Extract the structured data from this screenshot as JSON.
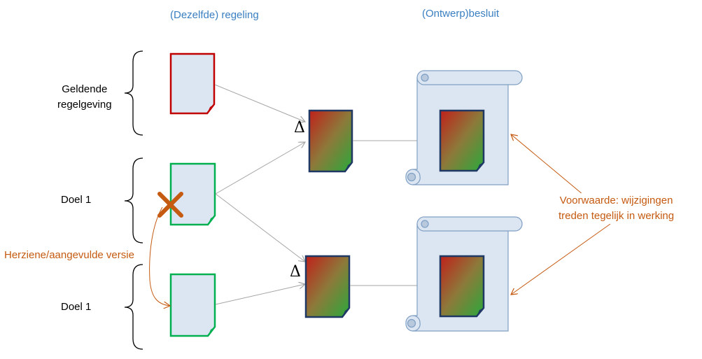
{
  "columns": {
    "left": "(Dezelfde) regeling",
    "right": "(Ontwerp)besluit"
  },
  "rows": {
    "row1": "Geldende\nregelgeving",
    "row2": "Doel 1",
    "row3": "Doel 1"
  },
  "delta_symbol": "Δ",
  "annotations": {
    "revised_version": "Herziene/aangevulde versie",
    "condition": "Voorwaarde: wijzigingen\ntreden tegelijk in werking"
  },
  "colors": {
    "header_blue": "#3a7fc1",
    "doc_fill": "#dce6f2",
    "doc_red": "#c00000",
    "doc_green": "#00b050",
    "doc_navy": "#1f3864",
    "orange": "#c55a11",
    "arrow_gray": "#a6a6a6",
    "scroll_stroke": "#7f9fc3"
  }
}
